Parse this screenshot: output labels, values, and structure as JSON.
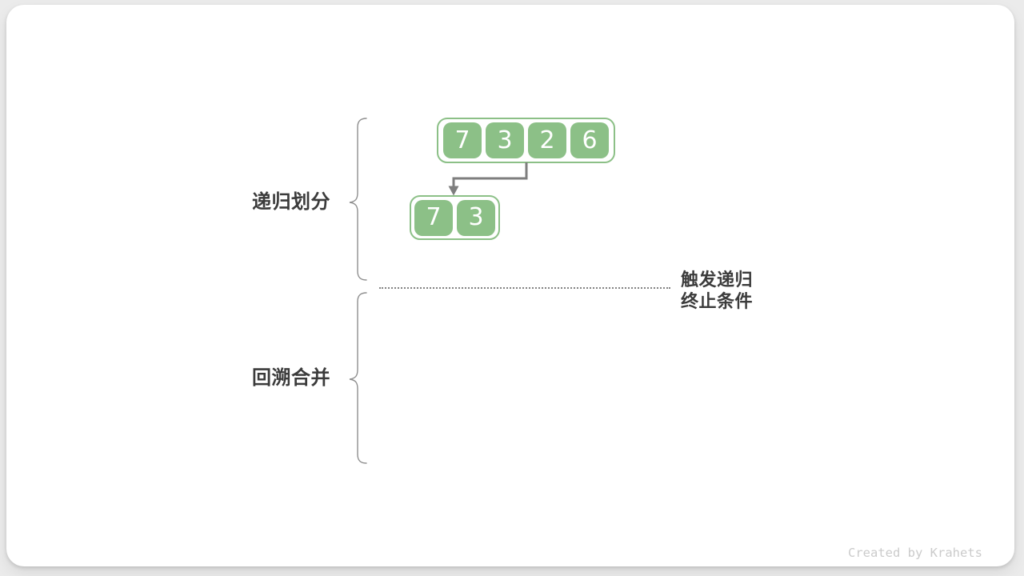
{
  "diagram": {
    "title_context": "merge-sort recursion diagram",
    "phase_labels": [
      {
        "label": "递归划分"
      },
      {
        "label": "回溯合并"
      }
    ],
    "termination_note": {
      "line1": "触发递归",
      "line2": "终止条件"
    },
    "top_array": {
      "values": [
        "7",
        "3",
        "2",
        "6"
      ]
    },
    "sub_array": {
      "values": [
        "7",
        "3"
      ]
    },
    "colors": {
      "cell_green": "#8cc087",
      "arrow_gray": "#7e7e7e",
      "brace_gray": "#8e8e8e",
      "dotted_line_gray": "#838383",
      "label_dark": "#3b3b3b",
      "watermark_gray": "#cbcbcb",
      "card_white": "#ffffff",
      "page_background": "#ebebeb"
    },
    "watermark": "Created by Krahets"
  }
}
